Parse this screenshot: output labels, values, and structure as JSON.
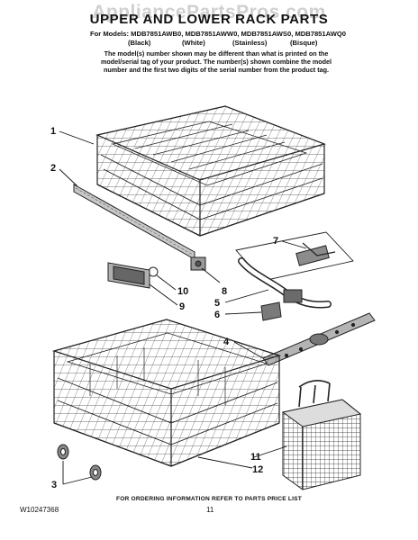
{
  "watermark": "AppliancePartsPros.com",
  "title": "UPPER AND LOWER RACK PARTS",
  "models_line": "For Models: MDB7851AWB0, MDB7851AWW0, MDB7851AWS0, MDB7851AWQ0",
  "colors": [
    "(Black)",
    "(White)",
    "(Stainless)",
    "(Bisque)"
  ],
  "note": "The model(s) number shown may be different than what is printed on the model/serial tag of your product. The number(s) shown combine the model number and the first two digits of the serial number from the product tag.",
  "callouts": [
    "1",
    "2",
    "3",
    "4",
    "5",
    "6",
    "7",
    "8",
    "9",
    "10",
    "11",
    "12"
  ],
  "footer": "FOR ORDERING INFORMATION REFER TO PARTS PRICE LIST",
  "doc_number": "W10247368",
  "page_number": "11"
}
